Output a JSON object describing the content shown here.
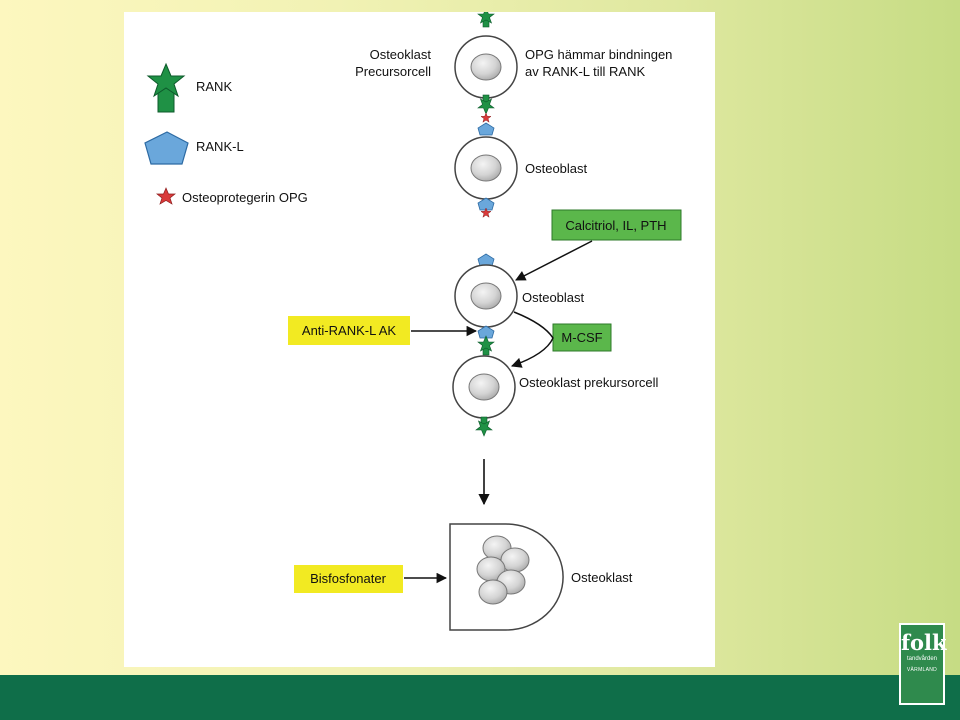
{
  "legend": {
    "rank": "RANK",
    "rankl": "RANK-L",
    "opg": "Osteoprotegerin OPG"
  },
  "labels": {
    "precursor_left": [
      "Osteoklast",
      "Precursorcell"
    ],
    "opg_note": [
      "OPG hämmar bindningen",
      "av RANK-L till RANK"
    ],
    "osteoblast1": "Osteoblast",
    "osteoblast2": "Osteoblast",
    "prekursor": "Osteoklast prekursorcell",
    "osteoklast": "Osteoklast"
  },
  "callouts": {
    "calcitriol": "Calcitriol, IL, PTH",
    "mcsf": "M-CSF",
    "anti_rankl": "Anti-RANK-L AK",
    "bisfosfonater": "Bisfosfonater"
  },
  "colors": {
    "green_box": "#5bb74b",
    "yellow_box": "#f2ea22",
    "rank_green": "#1f9145",
    "rankl_blue": "#6aa7db",
    "opg_red": "#d93a3a",
    "footer": "#0f6e49"
  },
  "logo": {
    "word": "folk",
    "sub": "tandvården",
    "region": "VÄRMLAND"
  }
}
